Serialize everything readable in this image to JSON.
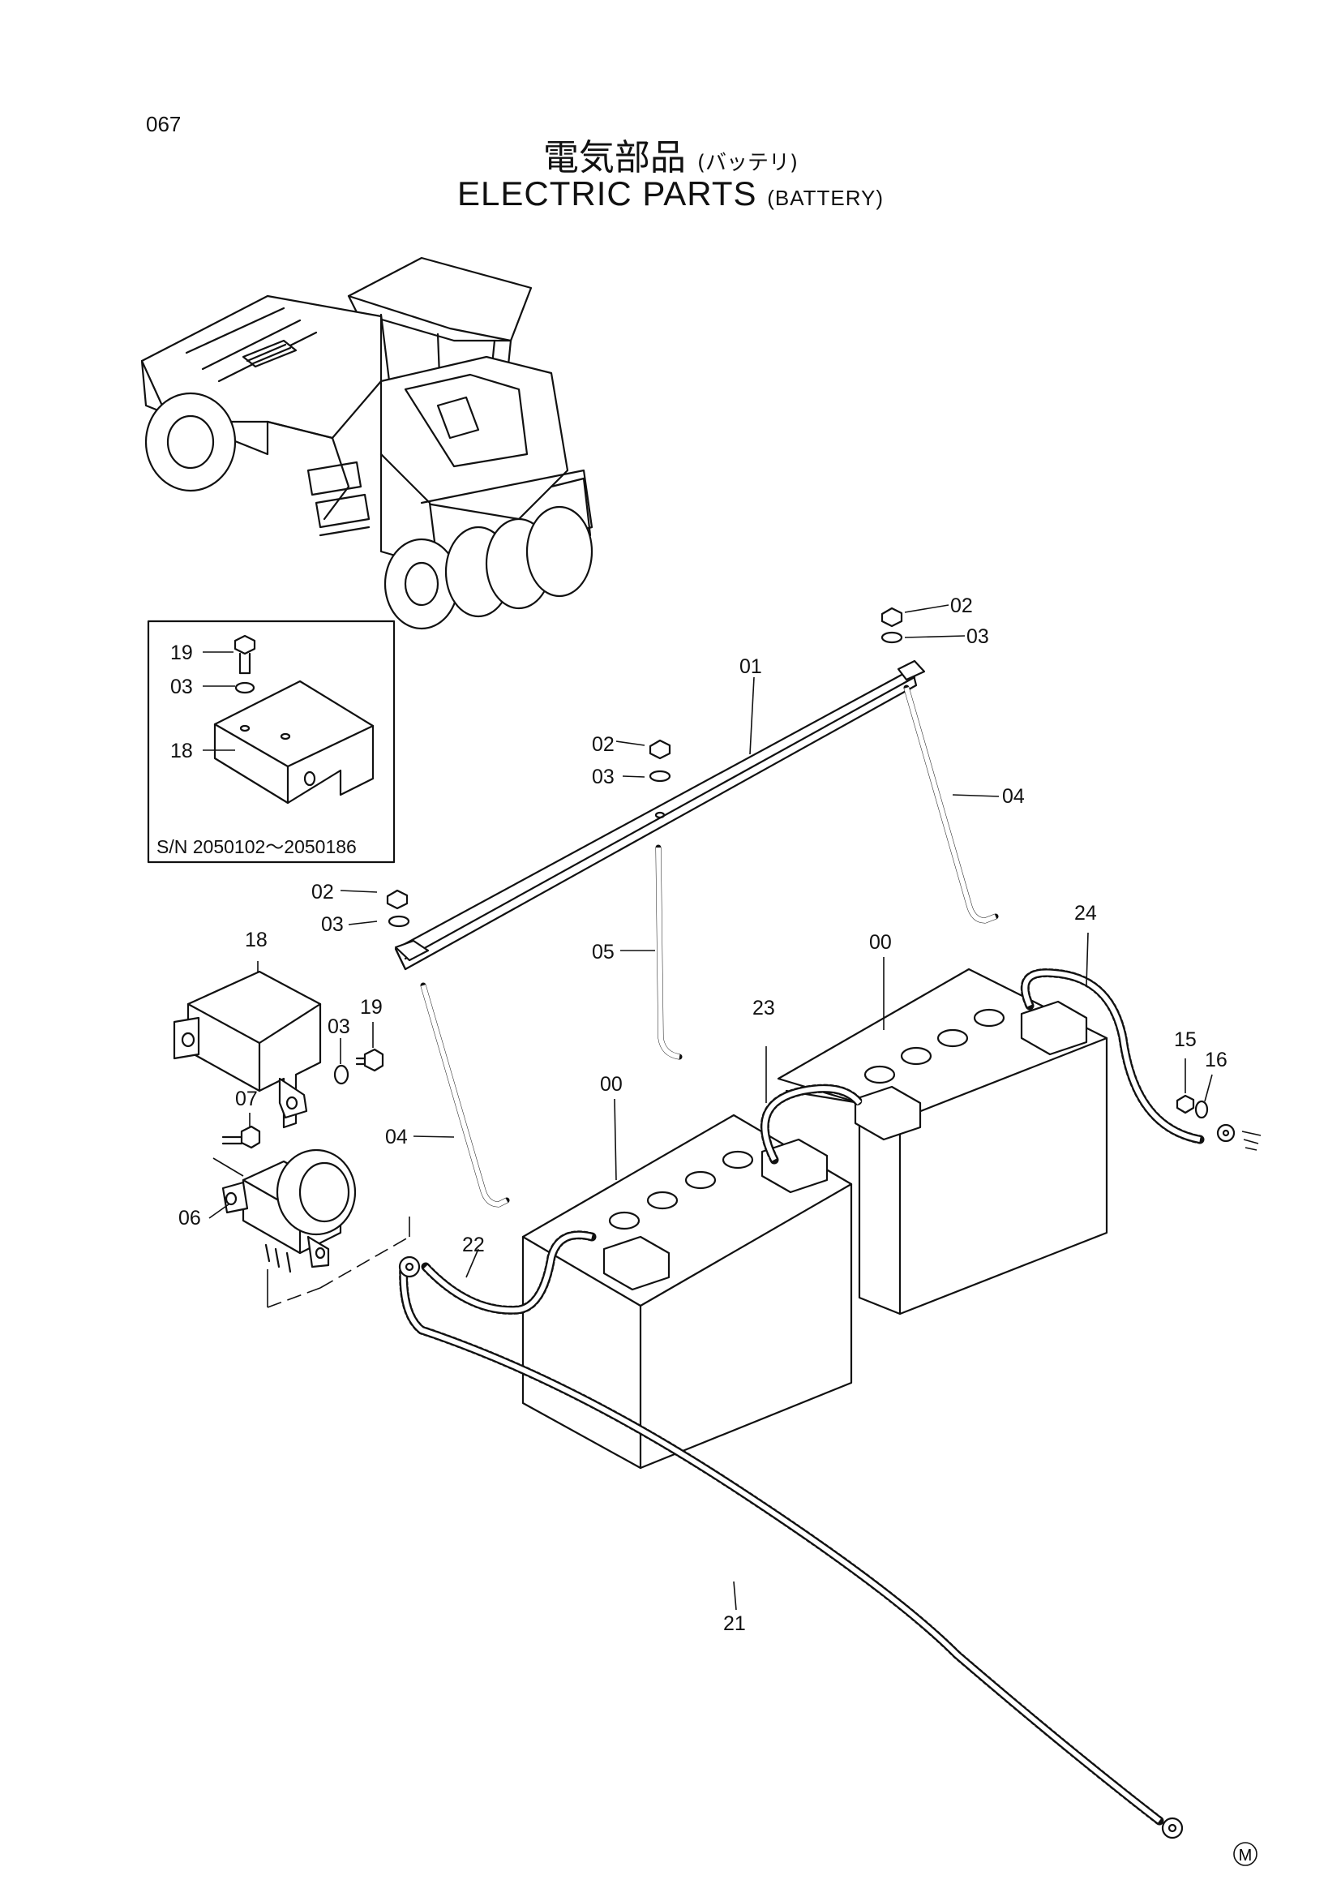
{
  "page_code": "067",
  "title_jp": "電気部品",
  "title_jp_sub": "(バッテリ)",
  "title_en": "ELECTRIC PARTS",
  "title_en_sub": "(BATTERY)",
  "inset_serial": "S/N   2050102～2050186",
  "mark": "M",
  "labels": {
    "p00a": "00",
    "p00b": "00",
    "p01": "01",
    "p02a": "02",
    "p02b": "02",
    "p02c": "02",
    "p03a": "03",
    "p03b": "03",
    "p03c": "03",
    "p03d": "03",
    "p03e": "03",
    "p04a": "04",
    "p04b": "04",
    "p05": "05",
    "p06": "06",
    "p07": "07",
    "p15": "15",
    "p16": "16",
    "p18a": "18",
    "p18b": "18",
    "p19a": "19",
    "p19b": "19",
    "p21": "21",
    "p22": "22",
    "p23": "23",
    "p24": "24"
  }
}
